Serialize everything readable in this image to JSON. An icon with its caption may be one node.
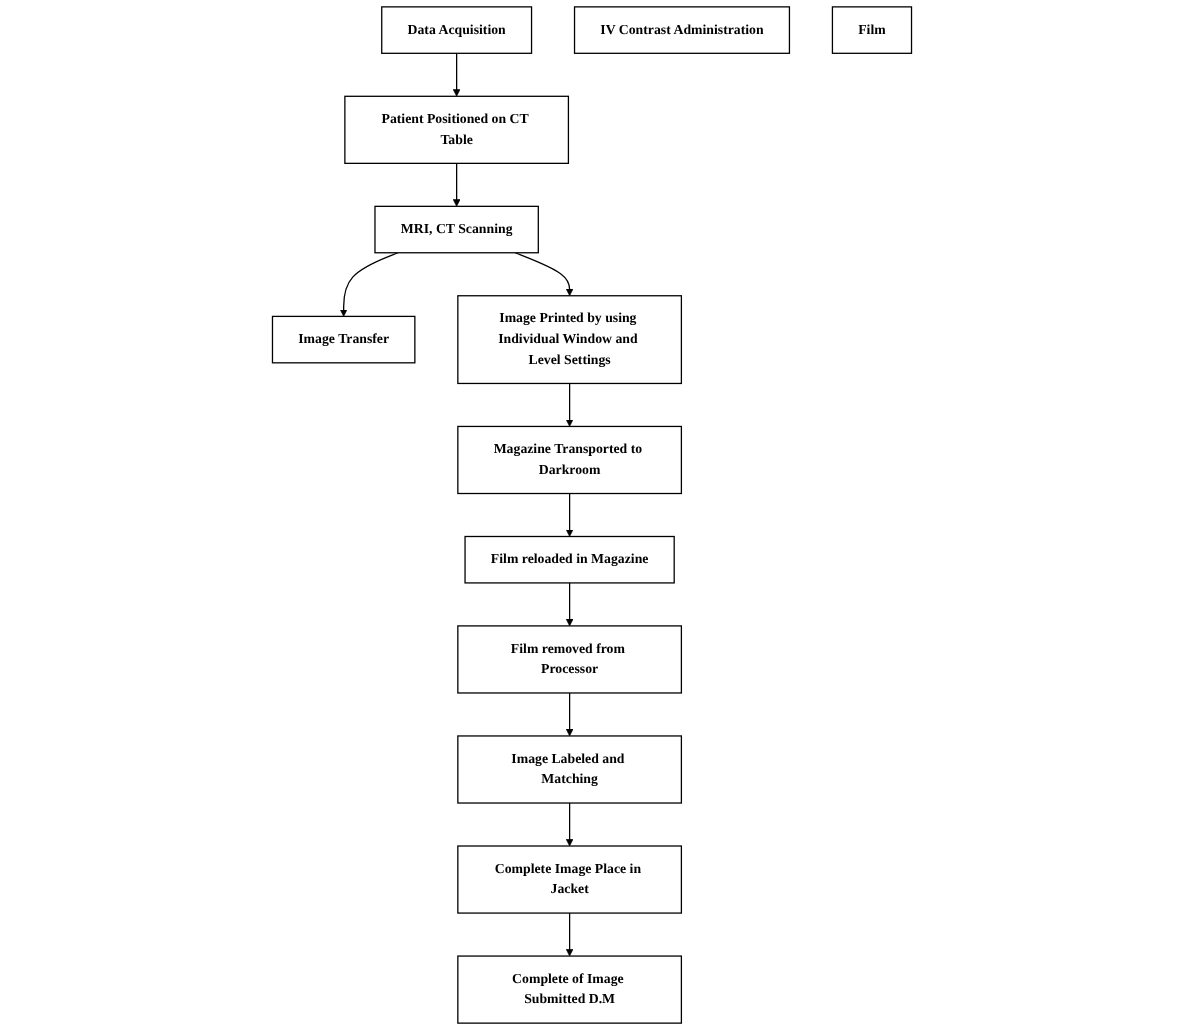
{
  "diagram": {
    "nodes": [
      {
        "text": [
          "Data Acquisition"
        ]
      },
      {
        "text": [
          "Patient Positioned on CT Table"
        ]
      },
      {
        "text": [
          "MRI, CT Scanning"
        ]
      },
      {
        "text": [
          "Image Transfer"
        ]
      },
      {
        "text": [
          "IV Contrast Administration"
        ]
      },
      {
        "text": [
          "Film"
        ]
      },
      {
        "text": [
          "Image Printed by using Individual Window and Level Settings"
        ]
      },
      {
        "text": [
          "Magazine Transported to Darkroom"
        ]
      },
      {
        "text": [
          "Film reloaded in Magazine"
        ]
      },
      {
        "text": [
          "Film removed from Processor"
        ]
      },
      {
        "text": [
          "Image Labeled and Matching"
        ]
      },
      {
        "text": [
          "Complete Image Place in Jacket"
        ]
      },
      {
        "text": [
          "Complete of Image Submitted D.M"
        ]
      }
    ],
    "edges": [
      {
        "from": 0,
        "to": 1,
        "arrow": "to"
      },
      {
        "from": 1,
        "to": 2,
        "arrow": "to"
      },
      {
        "from": 2,
        "to": 3,
        "arrow": "to"
      },
      {
        "from": 2,
        "to": 6,
        "arrow": "to"
      },
      {
        "from": 6,
        "to": 7,
        "arrow": "to"
      },
      {
        "from": 7,
        "to": 8,
        "arrow": "to"
      },
      {
        "from": 8,
        "to": 9,
        "arrow": "to"
      },
      {
        "from": 9,
        "to": 10,
        "arrow": "to"
      },
      {
        "from": 10,
        "to": 11,
        "arrow": "to"
      },
      {
        "from": 11,
        "to": 12,
        "arrow": "to"
      }
    ]
  }
}
